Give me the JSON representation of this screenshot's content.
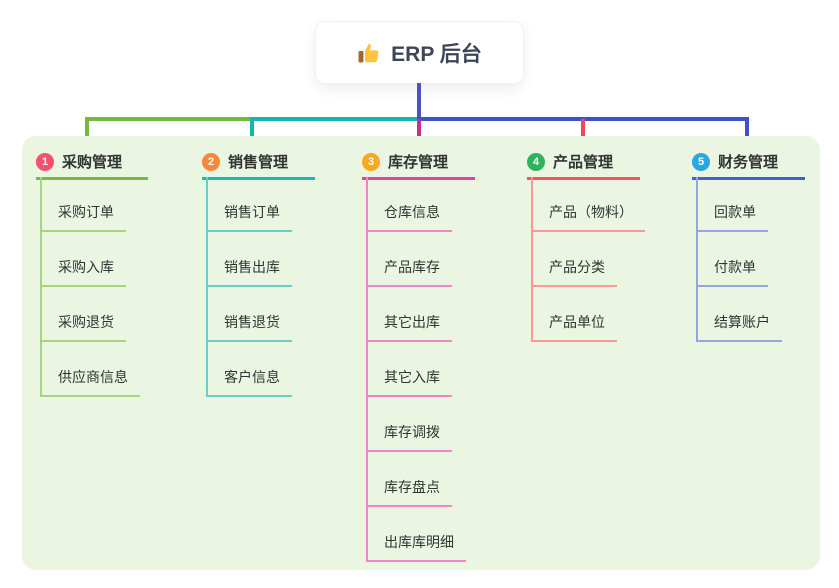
{
  "root": {
    "title": "ERP 后台",
    "icon": "thumbs-up-icon"
  },
  "connectors": {
    "stem": "#4b52c6",
    "seg_green": "#79b63f",
    "seg_teal": "#0fb7ad",
    "seg_blue": "#4053c5",
    "drop_magenta": "#c7308f",
    "drop_red": "#ee4760"
  },
  "board_background": "#eaf6e2",
  "branches": [
    {
      "number": "1",
      "title": "采购管理",
      "colors": {
        "badge": "#f4516c",
        "underline": "#7ab83f",
        "sub": "#a9d57f"
      },
      "items": [
        "采购订单",
        "采购入库",
        "采购退货",
        "供应商信息"
      ]
    },
    {
      "number": "2",
      "title": "销售管理",
      "colors": {
        "badge": "#f7883b",
        "underline": "#12bcb2",
        "sub": "#69cfc6"
      },
      "items": [
        "销售订单",
        "销售出库",
        "销售退货",
        "客户信息"
      ]
    },
    {
      "number": "3",
      "title": "库存管理",
      "colors": {
        "badge": "#f9a91c",
        "underline": "#e341a6",
        "sub": "#ee86c5"
      },
      "items": [
        "仓库信息",
        "产品库存",
        "其它出库",
        "其它入库",
        "库存调拨",
        "库存盘点",
        "出库库明细"
      ]
    },
    {
      "number": "4",
      "title": "产品管理",
      "colors": {
        "badge": "#2db55d",
        "underline": "#fd5353",
        "sub": "#ff9797"
      },
      "items": [
        "产品（物料）",
        "产品分类",
        "产品单位"
      ]
    },
    {
      "number": "5",
      "title": "财务管理",
      "colors": {
        "badge": "#2ba6df",
        "underline": "#4061d2",
        "sub": "#93a6e2"
      },
      "items": [
        "回款单",
        "付款单",
        "结算账户"
      ]
    }
  ]
}
